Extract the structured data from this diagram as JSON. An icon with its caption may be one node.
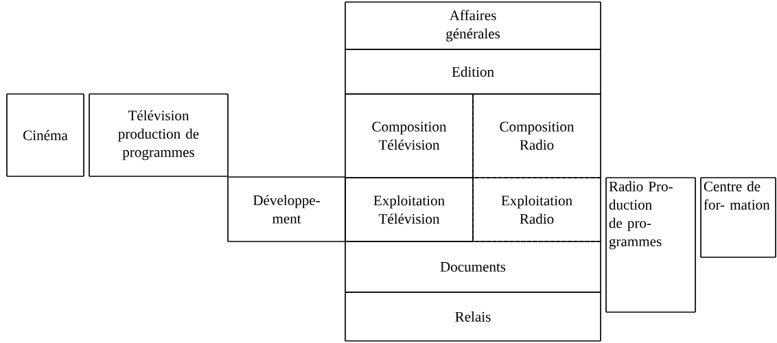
{
  "diagram": {
    "nodes": [
      {
        "text": [
          "Affaires générales"
        ]
      },
      {
        "text": [
          "Edition"
        ]
      },
      {
        "text": [
          "Composition Télévision"
        ]
      },
      {
        "text": [
          "Composition Radio"
        ]
      },
      {
        "text": [
          "Cinéma"
        ]
      },
      {
        "text": [
          "Télévision production de programmes"
        ]
      },
      {
        "text": [
          "Développe- ment"
        ]
      },
      {
        "text": [
          "Exploitation Télévision"
        ]
      },
      {
        "text": [
          "Exploitation Radio"
        ]
      },
      {
        "text": [
          "Radio Pro- duction de pro- grammes"
        ]
      },
      {
        "text": [
          "Centre de for- mation"
        ]
      },
      {
        "text": [
          "Documents"
        ]
      },
      {
        "text": [
          "Relais"
        ]
      }
    ]
  }
}
